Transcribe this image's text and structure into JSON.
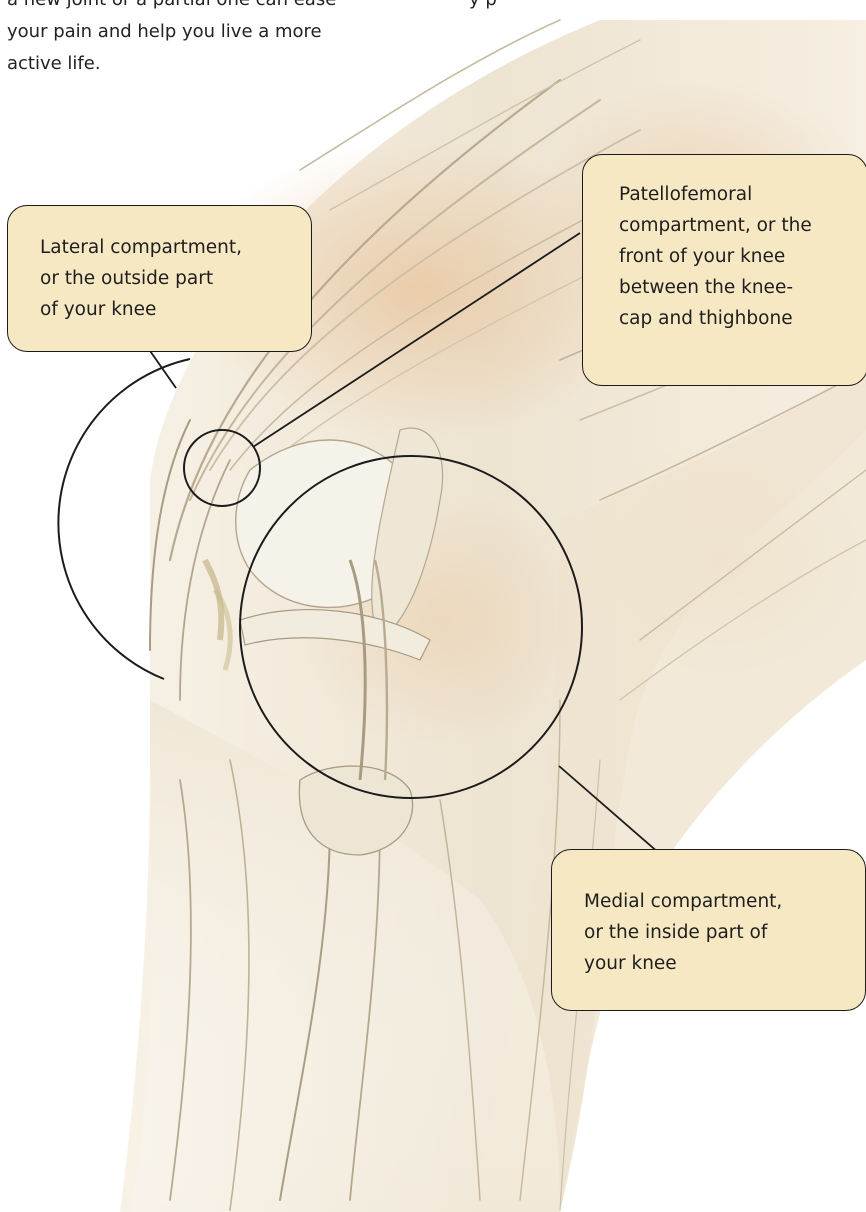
{
  "intro": {
    "left_lines": [
      "a new joint or a partial one can ease",
      "your pain and help you live a more",
      "active life."
    ],
    "right_fragment": "y   p"
  },
  "illustration": {
    "subject": "knee-anatomy-illustration",
    "colors": {
      "background": "#ffffff",
      "tissue_light": "#f3ead8",
      "tissue_mid": "#e3d5bb",
      "tissue_warm": "#e9c7a0",
      "tissue_shadow": "#b9ab92",
      "bone": "#f4f1ea",
      "callout_fill": "#f7e8c4",
      "outline": "#1b1b1b"
    }
  },
  "callouts": {
    "lateral": {
      "lines": [
        "Lateral compartment,",
        "or the outside part",
        "of your knee"
      ]
    },
    "patellofemoral": {
      "lines": [
        "Patellofemoral",
        "compartment, or the",
        "front of your knee",
        "between the knee-",
        "cap and thighbone"
      ]
    },
    "medial": {
      "lines": [
        "Medial compartment,",
        "or the inside part of",
        "your knee"
      ]
    }
  }
}
